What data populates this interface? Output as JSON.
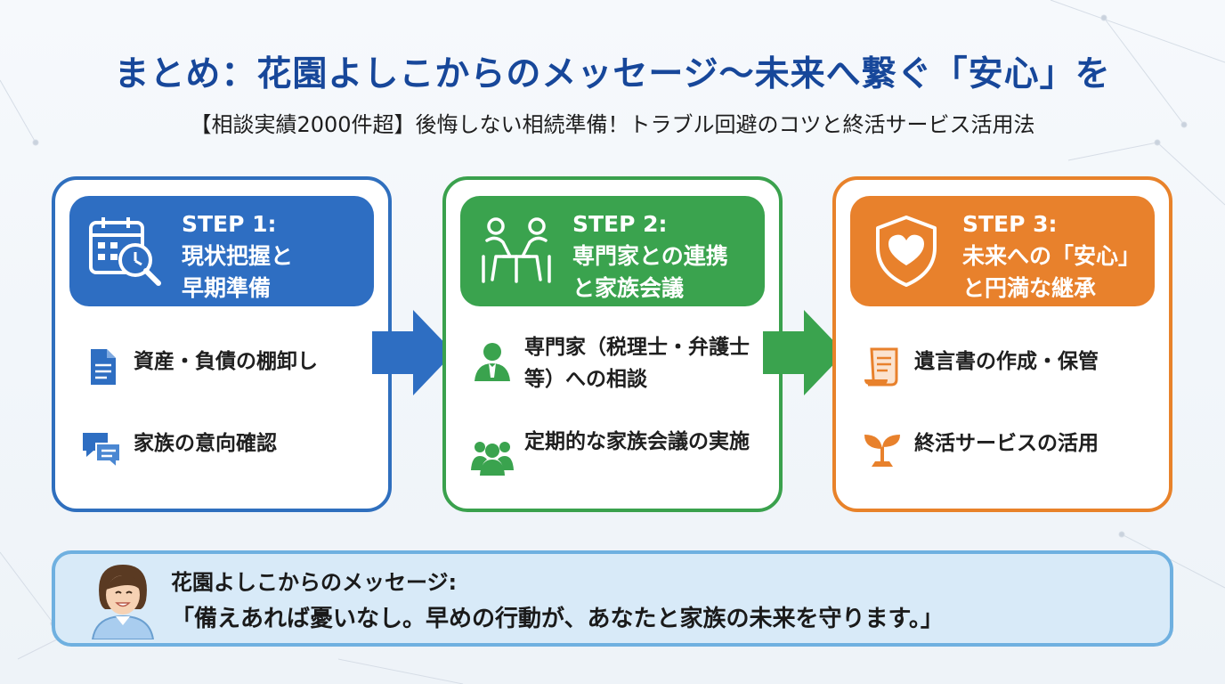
{
  "title": "まとめ：花園よしこからのメッセージ〜未来へ繋ぐ「安心」を",
  "subtitle": "【相談実績2000件超】後悔しない相続準備！トラブル回避のコツと終活サービス活用法",
  "steps": [
    {
      "label": "STEP 1:",
      "title_lines": [
        "現状把握と",
        "早期準備"
      ],
      "icon": "calendar-search-icon",
      "color": "#2e6ec2",
      "items": [
        {
          "icon": "document-icon",
          "text": "資産・負債の棚卸し"
        },
        {
          "icon": "chat-bubbles-icon",
          "text": "家族の意向確認"
        }
      ]
    },
    {
      "label": "STEP 2:",
      "title_lines": [
        "専門家との連携",
        "と家族会議"
      ],
      "icon": "meeting-icon",
      "color": "#3aa34e",
      "items": [
        {
          "icon": "advisor-icon",
          "text": "専門家（税理士・弁護士等）への相談"
        },
        {
          "icon": "group-icon",
          "text": "定期的な家族会議の実施"
        }
      ]
    },
    {
      "label": "STEP 3:",
      "title_lines": [
        "未来への「安心」",
        "と円満な継承"
      ],
      "icon": "shield-heart-icon",
      "color": "#e8812c",
      "items": [
        {
          "icon": "scroll-icon",
          "text": "遺言書の作成・保管"
        },
        {
          "icon": "sprout-icon",
          "text": "終活サービスの活用"
        }
      ]
    }
  ],
  "message": {
    "label": "花園よしこからのメッセージ:",
    "quote": "「備えあれば憂いなし。早めの行動が、あなたと家族の未来を守ります。」",
    "avatar_icon": "woman-avatar-icon"
  }
}
